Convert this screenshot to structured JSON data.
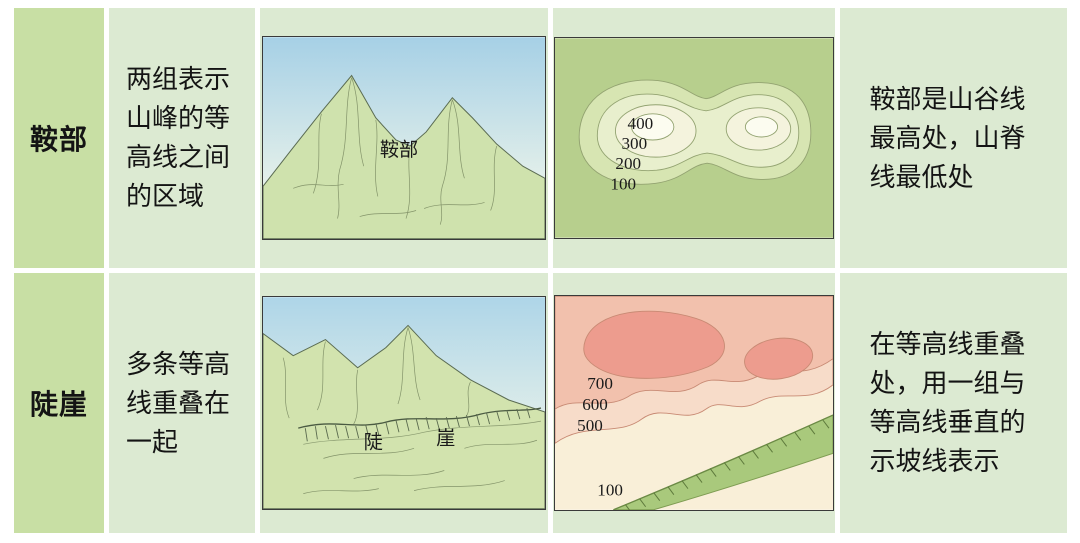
{
  "rows": [
    {
      "term": "鞍部",
      "definition": "两组表示山峰的等高线之间的区域",
      "sketch": {
        "label": "鞍部"
      },
      "contour": {
        "labels": [
          "400",
          "300",
          "200",
          "100"
        ]
      },
      "explanation": "鞍部是山谷线最高处，山脊线最低处"
    },
    {
      "term": "陡崖",
      "definition": "多条等高线重叠在一起",
      "sketch": {
        "label_left": "陡",
        "label_right": "崖"
      },
      "contour": {
        "labels": [
          "700",
          "600",
          "500",
          "100"
        ]
      },
      "explanation": "在等高线重叠处，用一组与等高线垂直的示坡线表示"
    }
  ],
  "colors": {
    "table_bg": "#dcead2",
    "term_bg": "#c8dfa4",
    "sky_blue": "#a6d0e6",
    "hill_green": "#cfe2ad",
    "contour_base_green": "#b7cf8d",
    "cliff_red": "#ed9c8e",
    "slope_band_green": "#a9c97c"
  }
}
